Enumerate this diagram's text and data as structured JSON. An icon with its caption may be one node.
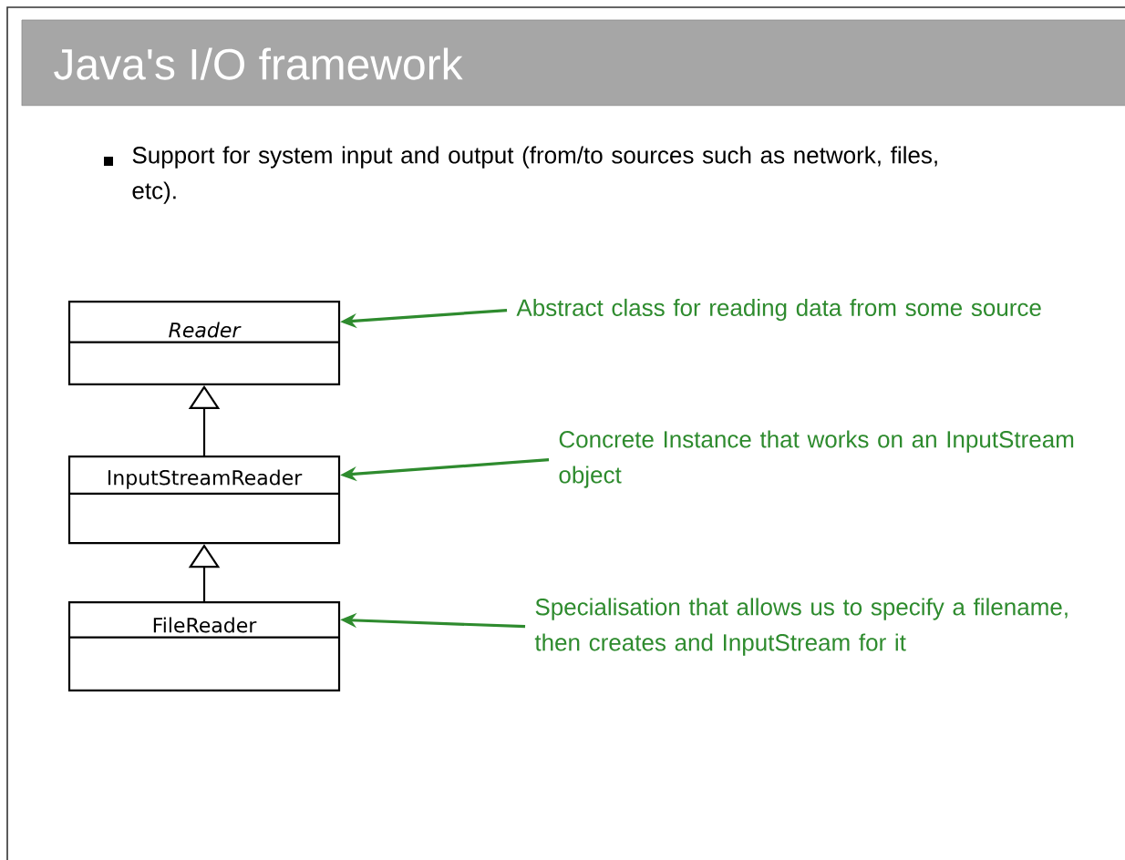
{
  "diagram": {
    "title": "Java's I/O framework",
    "nodes": [
      {
        "text": [
          "Reader"
        ]
      },
      {
        "text": [
          "InputStreamReader"
        ]
      },
      {
        "text": [
          "FileReader"
        ]
      },
      {
        "text": [
          "Abstract class for reading data from some source"
        ]
      },
      {
        "text": [
          "Concrete Instance that works on an InputStream object"
        ]
      },
      {
        "text": [
          "Specialisation that allows us to specify a filename, then creates and InputStream for it"
        ]
      }
    ],
    "edges": [
      {
        "from": 1,
        "to": 0,
        "arrow": "to",
        "color": "#000000"
      },
      {
        "from": 2,
        "to": 1,
        "arrow": "to",
        "color": "#000000"
      },
      {
        "from": 3,
        "to": 0,
        "arrow": "to"
      },
      {
        "from": 4,
        "to": 1,
        "arrow": "to"
      },
      {
        "from": 5,
        "to": 2,
        "arrow": "to"
      }
    ],
    "labels": [
      "Support for system input and output (from/to sources such as network, files, etc)."
    ]
  }
}
